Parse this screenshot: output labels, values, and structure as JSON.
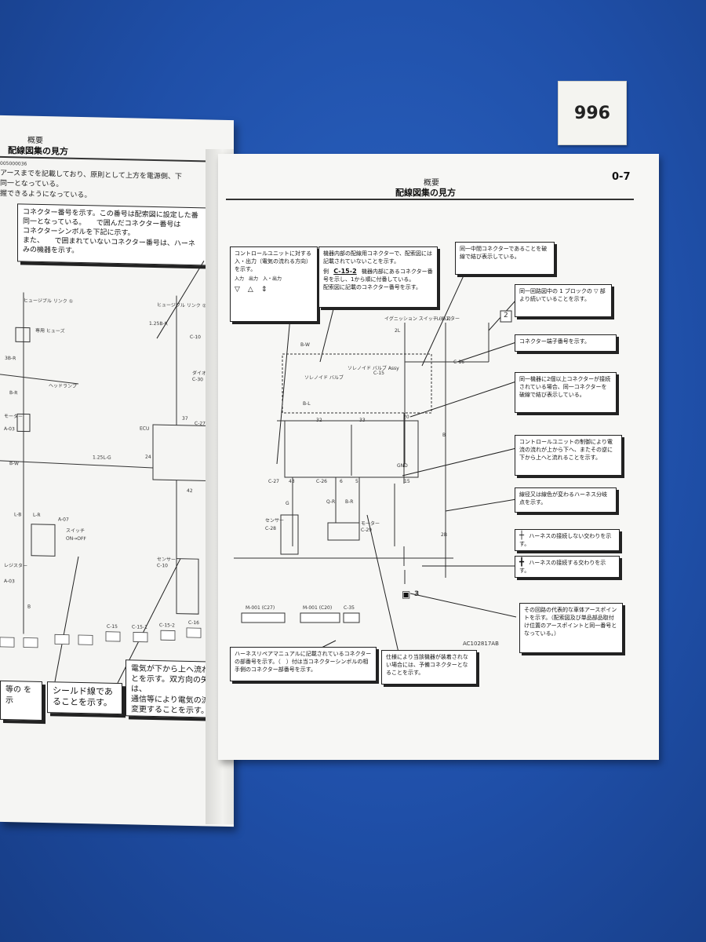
{
  "tag": {
    "number": "996"
  },
  "left_page": {
    "header_small": "概要",
    "header_title": "配線図集の見方",
    "doc_code": "005000036",
    "intro_line1": "アースまでを記載しており、原則として上方を電源側、下",
    "intro_line2": "同一となっている。",
    "intro_line3": "握できるようになっている。",
    "box_line1": "コネクター番号を示す。この番号は配索図に設定した番",
    "box_line2": "同一となっている。　　で囲んだコネクター番号は",
    "box_line3": "コネクターシンボルを下記に示す。",
    "box_line4": "また、　　で囲まれていないコネクター番号は、ハーネ",
    "box_line5": "みの機器を示す。",
    "labels": [
      "ヒュージブル リンク ①",
      "専用 ヒューズ",
      "ヒュージブル リンク ②",
      "1.25B-R",
      "3B-R",
      "B-R",
      "ヘッドランプ",
      "ダイオード",
      "C-30",
      "C-10",
      "ECU",
      "37",
      "C-27",
      "24",
      "1.25L-G",
      "モーター",
      "A-03",
      "B-W",
      "L-B",
      "L-R",
      "A-07",
      "スイッチ",
      "ON→OFF",
      "レジスター",
      "A-03",
      "B",
      "42",
      "センサー",
      "C-10",
      "C-15",
      "C-15-1",
      "C-15-2",
      "C-16"
    ],
    "callout_shield": "シールド線であることを示す。",
    "callout_flow_1": "電気が下から上へ流れることを示す。双方向の矢印は、",
    "callout_flow_2": "通信等により電気の流れが変更することを示す。",
    "callout_partial": "等の を示"
  },
  "right_page": {
    "header_small": "概要",
    "header_title": "配線図集の見方",
    "page_number": "0-7",
    "callouts": {
      "io": "コントロールユニットに対する入・出力（電気の流れる方向）を示す。",
      "io_labels": [
        "入力",
        "出力",
        "入・出力"
      ],
      "internal": "機器内部の配線用コネクターで、配索図には記載されていないことを示す。",
      "example_label": "例",
      "example_code": "C-15-2",
      "example_desc": "機器内部にあるコネクター番号を示し、1から順に付番している。",
      "example_note": "配索図に記載のコネクター番号を示す。",
      "same_middle": "同一中間コネクターであることを破線で結び表示している。",
      "same_circuit": "同一回路図中の 1 ブロックの ▽ 部より続いていることを示す。",
      "terminal": "コネクター端子番号を示す。",
      "multi": "同一機器に2個以上コネクターが接続されている場合、同一コネクターを破線で結び表示している。",
      "control": "コントロールユニットの制御により電流の流れが上から下へ、またその逆に下から上へと流れることを示す。",
      "branch": "線径又は線色が変わるハーネス分岐点を示す。",
      "no_connect": "ハーネスの接続しない交わりを示す。",
      "connect": "ハーネスの接続する交わりを示す。",
      "ground": "その回路の代表的な車体アースポイントを示す。（配索図及び単品部品取付け位置のアースポイントと同一番号となっている。）",
      "repair": "ハーネスリペアマニュアルに記載されているコネクターの部番号を示す。（　）付は当コネクターシンボルの相手側のコネクター部番号を示す。",
      "spec": "仕様により当該機器が装着されない場合には、予備コネクターとなることを示す。"
    },
    "diagram_labels": [
      "イグニッション スイッチ (IG1)",
      "レジスター",
      "2",
      "B-W",
      "2L",
      "ソレノイド バルブ",
      "ソレノイド バルブ Assy",
      "C-15",
      "C-16",
      "B-L",
      "32",
      "33",
      "20",
      "C-27",
      "43",
      "C-26",
      "6",
      "5",
      "GND",
      "15",
      "G",
      "Q-R",
      "B-R",
      "センサー",
      "C-28",
      "モーター",
      "C-29",
      "B",
      "2B",
      "3",
      "M-001 (C27)",
      "M-001 (C20)",
      "C-35"
    ],
    "figure_code": "AC102817AB"
  }
}
